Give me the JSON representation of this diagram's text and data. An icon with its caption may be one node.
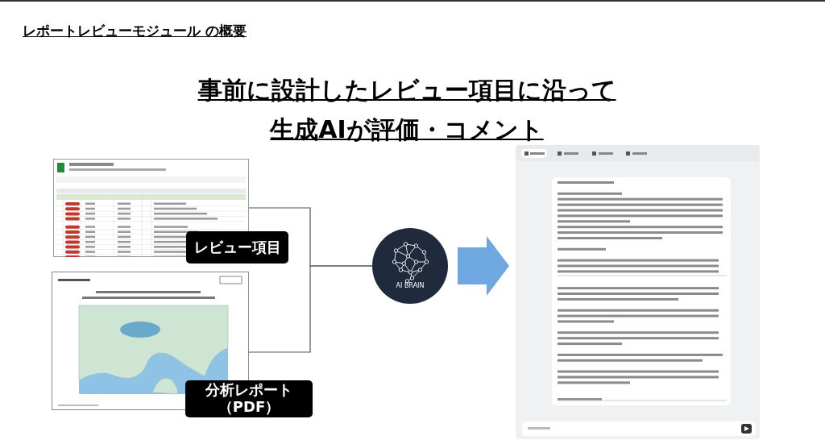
{
  "diagram": {
    "title": "レポートレビューモジュール の概要",
    "nodes": [
      {
        "text": [],
        "shape": "picture"
      },
      {
        "text": [
          "レビュー項目"
        ]
      },
      {
        "text": [],
        "shape": "picture"
      },
      {
        "text": [
          "分析レポート（PDF）"
        ]
      },
      {
        "text": [
          "AI BRAIN"
        ]
      },
      {
        "text": [],
        "shape": "picture"
      }
    ],
    "edges": [
      {
        "from": 0,
        "to": 4,
        "arrow": "none"
      },
      {
        "from": 2,
        "to": 4,
        "arrow": "none"
      },
      {
        "from": 4,
        "to": 5,
        "arrow": "to",
        "style": "thick",
        "color": "#6fa8e0"
      }
    ],
    "labels": [
      "事前に設計したレビュー項目に沿って",
      "生成AIが評価・コメント"
    ]
  }
}
